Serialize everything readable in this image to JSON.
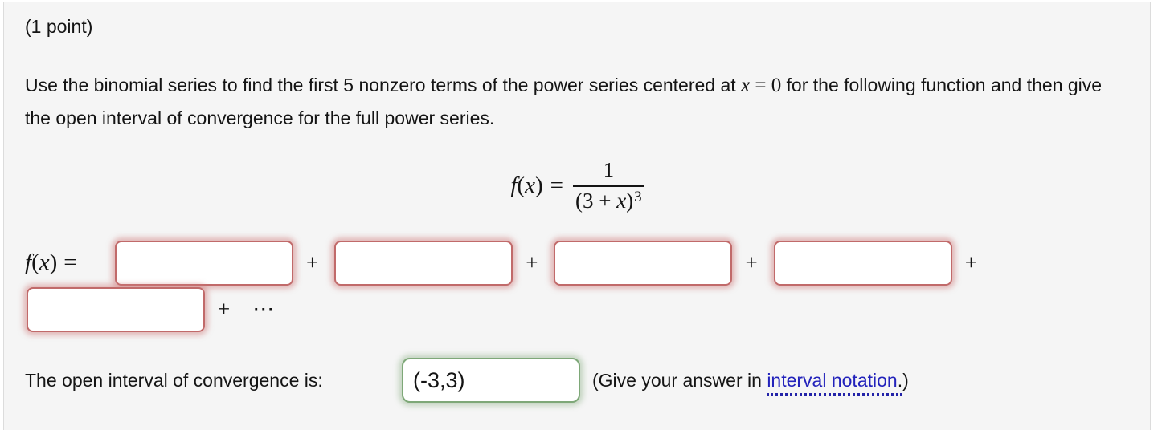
{
  "problem": {
    "points_label": "(1 point)",
    "statement_before_math": "Use the binomial series to find the first 5 nonzero terms of the power series centered at ",
    "statement_math_var": "x",
    "statement_math_rest": " = 0 ",
    "statement_after_math": "for the following function and then give the open interval of convergence for the full power series."
  },
  "math": {
    "f": "f",
    "open": "(",
    "var": "x",
    "close": ")",
    "eq": "=",
    "plus": "+",
    "cdots": "⋯",
    "frac_numerator": "1",
    "frac_den_pre": "(3 + ",
    "frac_den_var": "x",
    "frac_den_close": ")",
    "frac_den_exponent": "3"
  },
  "series_answers": {
    "term1": "",
    "term2": "",
    "term3": "",
    "term4": "",
    "term5": ""
  },
  "interval": {
    "label": "The open interval of convergence is:",
    "value": "(-3,3)",
    "hint_prefix": "(Give your answer in ",
    "hint_link": "interval notation",
    "hint_period": ".",
    "hint_close": ")"
  },
  "colors": {
    "incorrect_border": "#c16a6a",
    "correct_border": "#7ea878",
    "link": "#2222bb",
    "panel_bg": "#f5f5f5"
  }
}
